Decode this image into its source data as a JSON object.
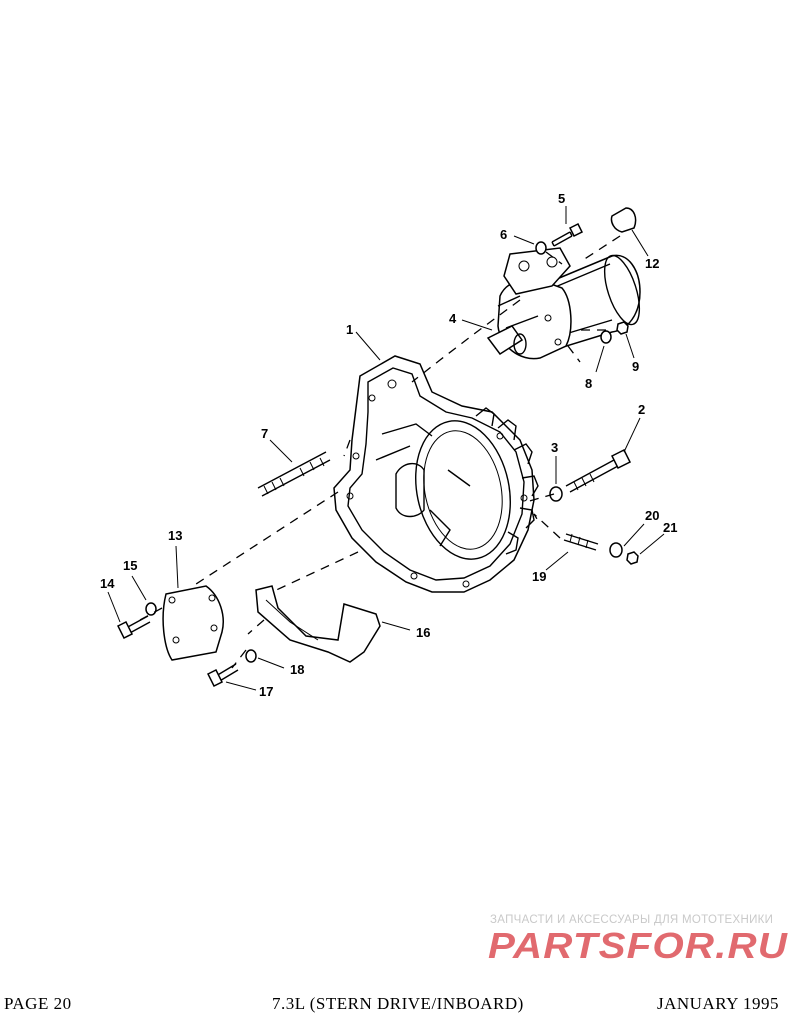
{
  "diagram": {
    "callouts": {
      "c1": "1",
      "c2": "2",
      "c3": "3",
      "c4": "4",
      "c5": "5",
      "c6": "6",
      "c7": "7",
      "c8": "8",
      "c9": "9",
      "c12": "12",
      "c13": "13",
      "c14": "14",
      "c15": "15",
      "c16": "16",
      "c17": "17",
      "c18": "18",
      "c19": "19",
      "c20": "20",
      "c21": "21"
    }
  },
  "watermark": {
    "tagline": "ЗАПЧАСТИ И АКСЕССУАРЫ ДЛЯ МОТОТЕХНИКИ",
    "logo_text": "PARTSFOR.RU",
    "color": "#d8393f"
  },
  "footer": {
    "left": "PAGE 20",
    "center": "7.3L (STERN DRIVE/INBOARD)",
    "right": "JANUARY 1995"
  }
}
